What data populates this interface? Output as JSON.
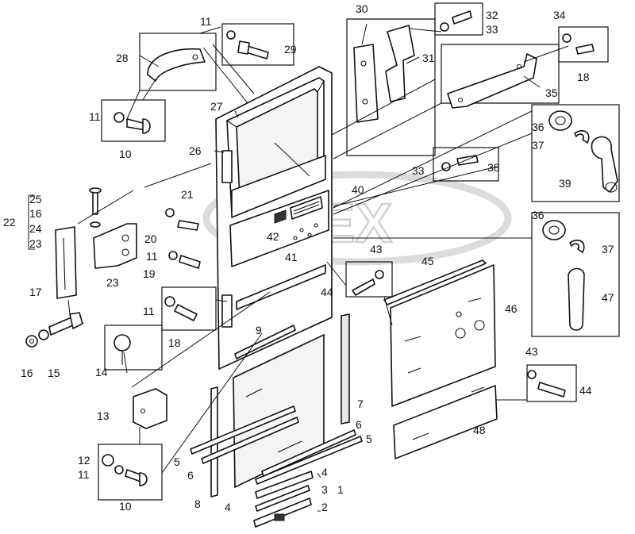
{
  "watermark": {
    "text": "DEX",
    "style": "outlined logo"
  },
  "labels": [
    {
      "id": "l1",
      "text": "1"
    },
    {
      "id": "l2",
      "text": "2"
    },
    {
      "id": "l3",
      "text": "3"
    },
    {
      "id": "l4a",
      "text": "4"
    },
    {
      "id": "l4b",
      "text": "4"
    },
    {
      "id": "l5a",
      "text": "5"
    },
    {
      "id": "l5b",
      "text": "5"
    },
    {
      "id": "l6a",
      "text": "6"
    },
    {
      "id": "l6b",
      "text": "6"
    },
    {
      "id": "l7",
      "text": "7"
    },
    {
      "id": "l8",
      "text": "8"
    },
    {
      "id": "l9",
      "text": "9"
    },
    {
      "id": "l10a",
      "text": "10"
    },
    {
      "id": "l10b",
      "text": "10"
    },
    {
      "id": "l11a",
      "text": "11"
    },
    {
      "id": "l11b",
      "text": "11"
    },
    {
      "id": "l11c",
      "text": "11"
    },
    {
      "id": "l11d",
      "text": "11"
    },
    {
      "id": "l11e",
      "text": "11"
    },
    {
      "id": "l12",
      "text": "12"
    },
    {
      "id": "l13",
      "text": "13"
    },
    {
      "id": "l14",
      "text": "14"
    },
    {
      "id": "l15",
      "text": "15"
    },
    {
      "id": "l16a",
      "text": "16"
    },
    {
      "id": "l16b",
      "text": "16"
    },
    {
      "id": "l17",
      "text": "17"
    },
    {
      "id": "l18a",
      "text": "18"
    },
    {
      "id": "l18b",
      "text": "18"
    },
    {
      "id": "l19",
      "text": "19"
    },
    {
      "id": "l20",
      "text": "20"
    },
    {
      "id": "l21",
      "text": "21"
    },
    {
      "id": "l22",
      "text": "22"
    },
    {
      "id": "l23a",
      "text": "23"
    },
    {
      "id": "l23b",
      "text": "23"
    },
    {
      "id": "l24",
      "text": "24"
    },
    {
      "id": "l25",
      "text": "25"
    },
    {
      "id": "l26",
      "text": "26"
    },
    {
      "id": "l27",
      "text": "27"
    },
    {
      "id": "l28",
      "text": "28"
    },
    {
      "id": "l29",
      "text": "29"
    },
    {
      "id": "l30",
      "text": "30"
    },
    {
      "id": "l31",
      "text": "31"
    },
    {
      "id": "l32",
      "text": "32"
    },
    {
      "id": "l33a",
      "text": "33"
    },
    {
      "id": "l33b",
      "text": "33"
    },
    {
      "id": "l34",
      "text": "34"
    },
    {
      "id": "l35",
      "text": "35"
    },
    {
      "id": "l36a",
      "text": "36"
    },
    {
      "id": "l36b",
      "text": "36"
    },
    {
      "id": "l37a",
      "text": "37"
    },
    {
      "id": "l37b",
      "text": "37"
    },
    {
      "id": "l38",
      "text": "38"
    },
    {
      "id": "l39",
      "text": "39"
    },
    {
      "id": "l40",
      "text": "40"
    },
    {
      "id": "l41",
      "text": "41"
    },
    {
      "id": "l42",
      "text": "42"
    },
    {
      "id": "l43a",
      "text": "43"
    },
    {
      "id": "l43b",
      "text": "43"
    },
    {
      "id": "l44a",
      "text": "44"
    },
    {
      "id": "l44b",
      "text": "44"
    },
    {
      "id": "l45",
      "text": "45"
    },
    {
      "id": "l46",
      "text": "46"
    },
    {
      "id": "l47",
      "text": "47"
    },
    {
      "id": "l48",
      "text": "48"
    }
  ]
}
